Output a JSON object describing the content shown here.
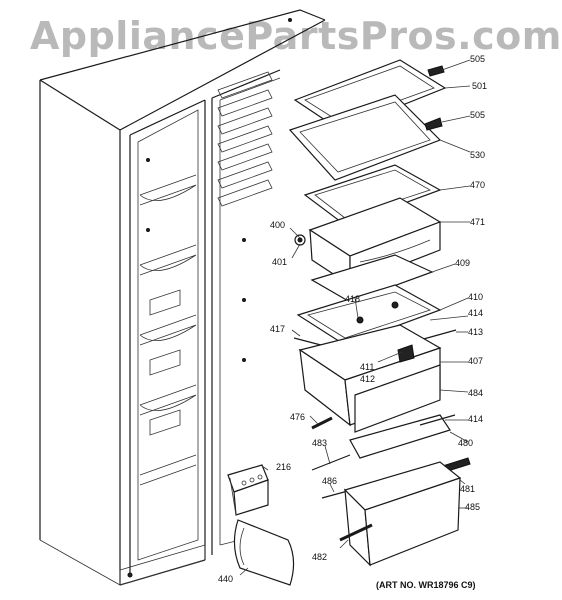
{
  "watermark": "AppliancePartsPros.com",
  "art_number": "(ART NO. WR18796 C9)",
  "callouts": {
    "c505a": "505",
    "c501": "501",
    "c505b": "505",
    "c530": "530",
    "c470": "470",
    "c400": "400",
    "c471": "471",
    "c401": "401",
    "c409": "409",
    "c410": "410",
    "c418": "418",
    "c414a": "414",
    "c417": "417",
    "c413": "413",
    "c407": "407",
    "c411": "411",
    "c412": "412",
    "c484": "484",
    "c476": "476",
    "c414b": "414",
    "c483": "483",
    "c480": "480",
    "c216": "216",
    "c486": "486",
    "c481": "481",
    "c485": "485",
    "c482": "482",
    "c440": "440"
  }
}
